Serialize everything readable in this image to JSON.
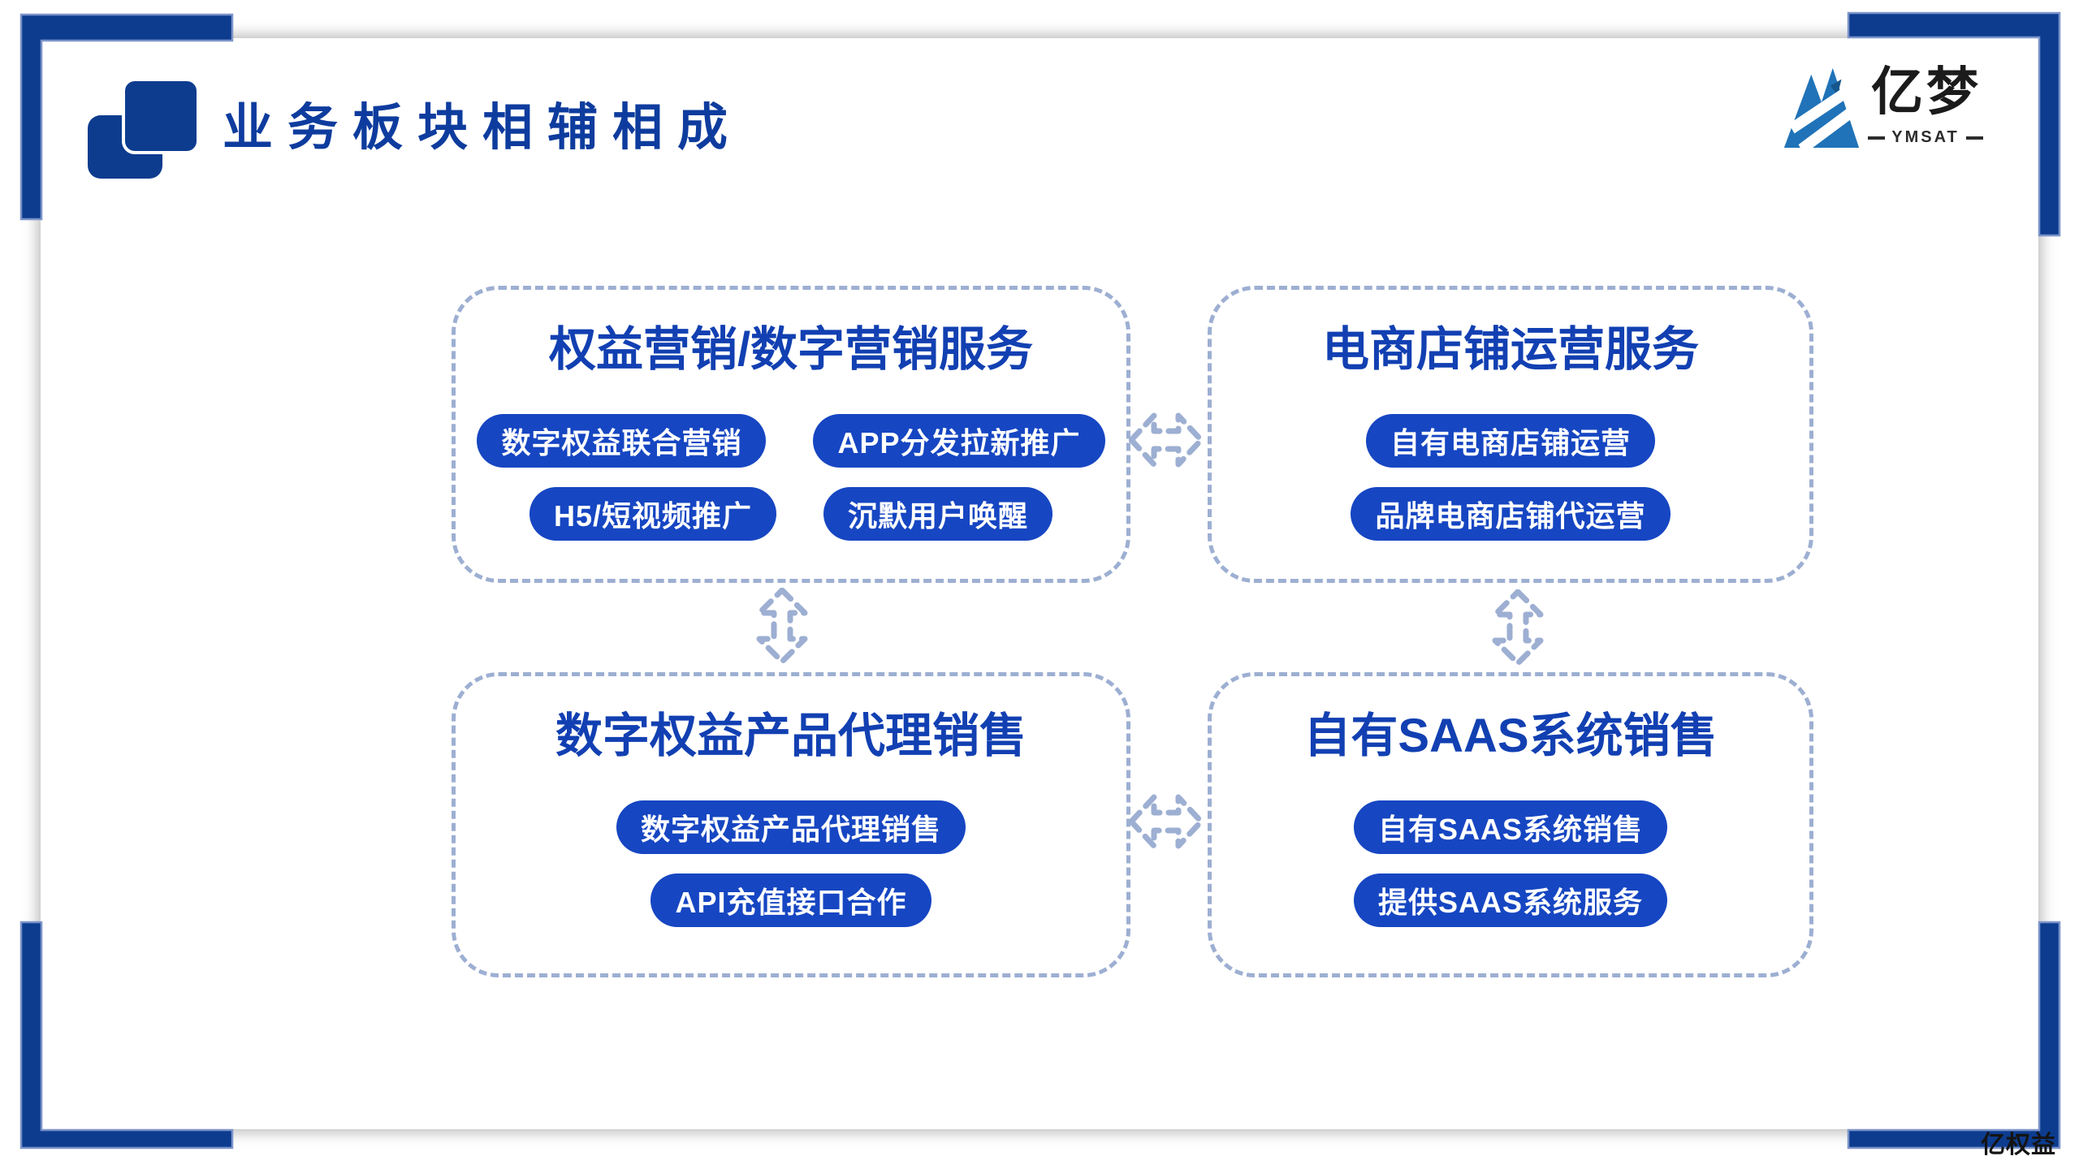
{
  "slide": {
    "title": "业务板块相辅相成",
    "watermark": "亿权益"
  },
  "logo": {
    "brand": "亿梦",
    "subtitle": "YMSAT"
  },
  "boxes": [
    {
      "id": "rights-digital-marketing",
      "title": "权益营销/数字营销服务",
      "pills": [
        "数字权益联合营销",
        "APP分发拉新推广",
        "H5/短视频推广",
        "沉默用户唤醒"
      ]
    },
    {
      "id": "ecommerce-store-operation",
      "title": "电商店铺运营服务",
      "pills": [
        "自有电商店铺运营",
        "品牌电商店铺代运营"
      ]
    },
    {
      "id": "digital-rights-agency-sales",
      "title": "数字权益产品代理销售",
      "pills": [
        "数字权益产品代理销售",
        "API充值接口合作"
      ]
    },
    {
      "id": "own-saas-sales",
      "title": "自有SAAS系统销售",
      "pills": [
        "自有SAAS系统销售",
        "提供SAAS系统服务"
      ]
    }
  ],
  "icons": {
    "title_marker": "overlapping-cards-icon",
    "logo": "mountain-logo-icon",
    "horizontal_link": "double-arrow-horizontal-icon",
    "vertical_link": "double-arrow-vertical-icon"
  },
  "colors": {
    "corner_navy": "#0d3c8f",
    "page_title_blue": "#0e3c9e",
    "box_title_blue": "#1240b2",
    "pill_blue": "#1646c2",
    "dash_blue": "#9dafd2",
    "logo_blue": "#2073b8",
    "logo_text": "#1b1b1b"
  }
}
